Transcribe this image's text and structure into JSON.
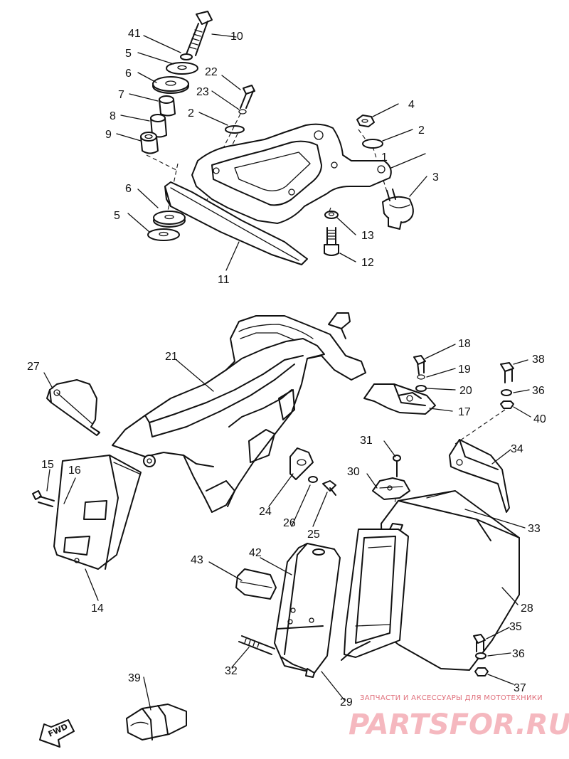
{
  "labels": {
    "p1": "1",
    "p2a": "2",
    "p2b": "2",
    "p3": "3",
    "p4": "4",
    "p5a": "5",
    "p5b": "5",
    "p6a": "6",
    "p6b": "6",
    "p7": "7",
    "p8": "8",
    "p9": "9",
    "p10": "10",
    "p11": "11",
    "p12": "12",
    "p13": "13",
    "p14": "14",
    "p15": "15",
    "p16": "16",
    "p17": "17",
    "p18": "18",
    "p19": "19",
    "p20": "20",
    "p21": "21",
    "p22": "22",
    "p23": "23",
    "p24": "24",
    "p25": "25",
    "p26": "26",
    "p27": "27",
    "p28": "28",
    "p29": "29",
    "p30": "30",
    "p31": "31",
    "p32": "32",
    "p33": "33",
    "p34": "34",
    "p35": "35",
    "p36a": "36",
    "p36b": "36",
    "p37": "37",
    "p38": "38",
    "p39": "39",
    "p40": "40",
    "p41": "41",
    "p42": "42",
    "p43": "43"
  },
  "fwd_label": "FWD",
  "watermark": {
    "caption": "ЗАПЧАСТИ И АКСЕССУАРЫ ДЛЯ МОТОТЕХНИКИ",
    "logo": "PARTSFOR.RU"
  },
  "colors": {
    "line": "#111111",
    "watermark_caption": "#e0707c",
    "watermark_logo": "#f5b8bf"
  }
}
